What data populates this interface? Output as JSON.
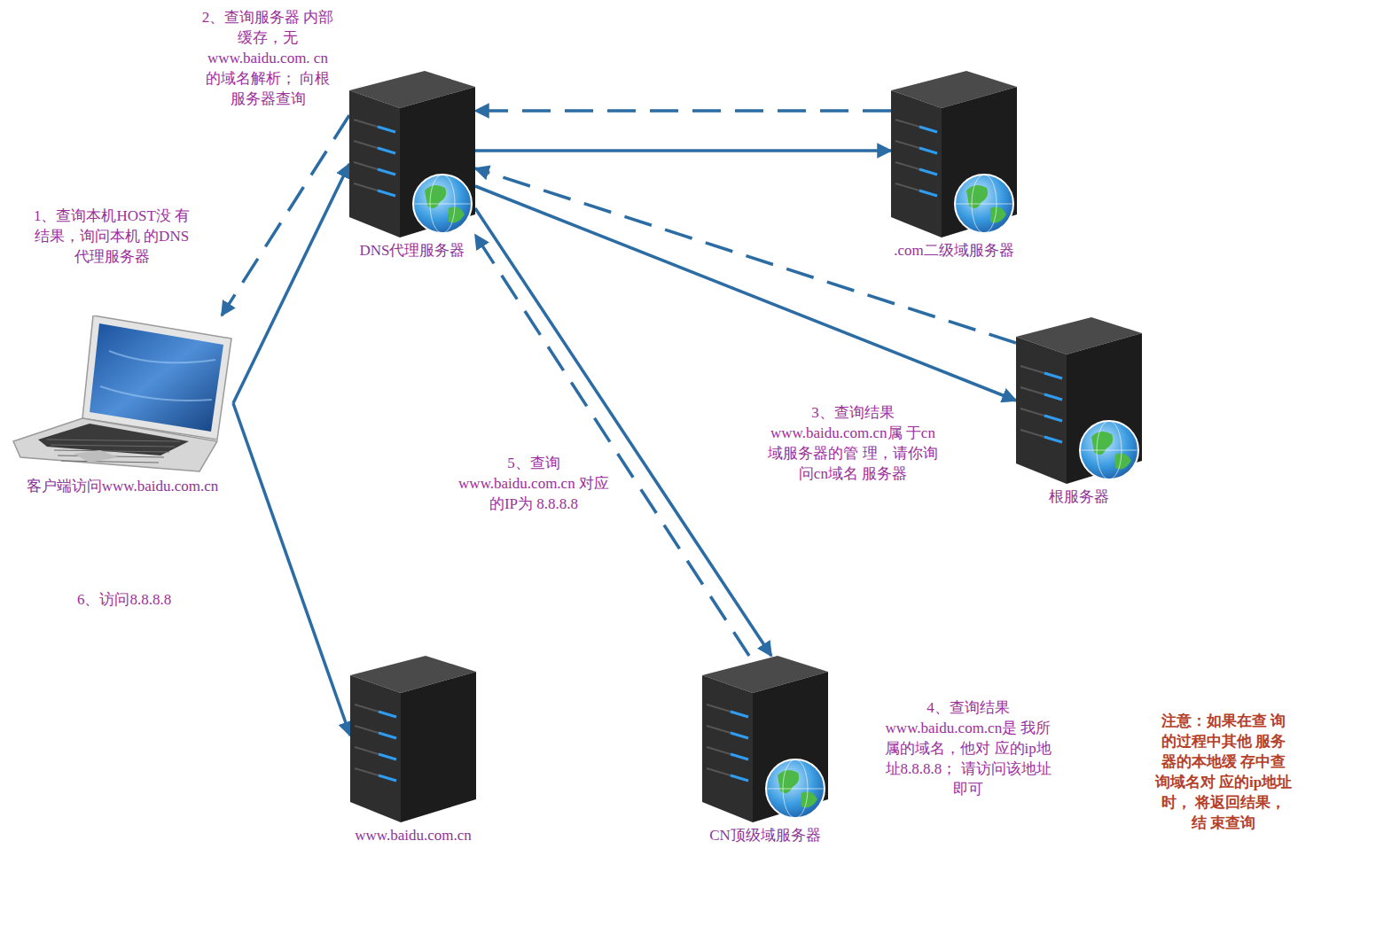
{
  "diagram": {
    "nodes": [
      {
        "text": [
          "DNS代理服务器"
        ]
      },
      {
        "text": [
          ".com二级域服务器"
        ]
      },
      {
        "text": [
          "客户端访问www.baidu.com.cn"
        ]
      },
      {
        "text": [
          "根服务器"
        ]
      },
      {
        "text": [
          "www.baidu.com.cn"
        ]
      },
      {
        "text": [
          "CN顶级域服务器"
        ]
      }
    ],
    "edges": [
      {
        "from": 2,
        "to": 0,
        "arrow": "to"
      },
      {
        "from": 0,
        "to": 2,
        "arrow": "to"
      },
      {
        "from": 0,
        "to": 1,
        "arrow": "to"
      },
      {
        "from": 1,
        "to": 0,
        "arrow": "to"
      },
      {
        "from": 0,
        "to": 3,
        "arrow": "to"
      },
      {
        "from": 3,
        "to": 0,
        "arrow": "to"
      },
      {
        "from": 0,
        "to": 5,
        "arrow": "to"
      },
      {
        "from": 5,
        "to": 0,
        "arrow": "to"
      },
      {
        "from": 2,
        "to": 4,
        "arrow": "to"
      }
    ],
    "labels": [
      "2、查询服务器 内部缓存，无 www.baidu.com. cn的域名解析； 向根服务器查询",
      "1、查询本机HOST没 有结果，询问本机 的DNS代理服务器",
      "3、查询结果 www.baidu.com.cn属 于cn域服务器的管 理，请你询问cn域名 服务器",
      "5、查询 www.baidu.com.cn 对应的IP为 8.8.8.8",
      "6、访问8.8.8.8",
      "4、查询结果 www.baidu.com.cn是 我所属的域名，他对 应的ip地址8.8.8.8； 请访问该地址即可",
      "注意：如果在查 询的过程中其他 服务器的本地缓 存中查询域名对 应的ip地址时， 将返回结果，结 束查询"
    ]
  }
}
